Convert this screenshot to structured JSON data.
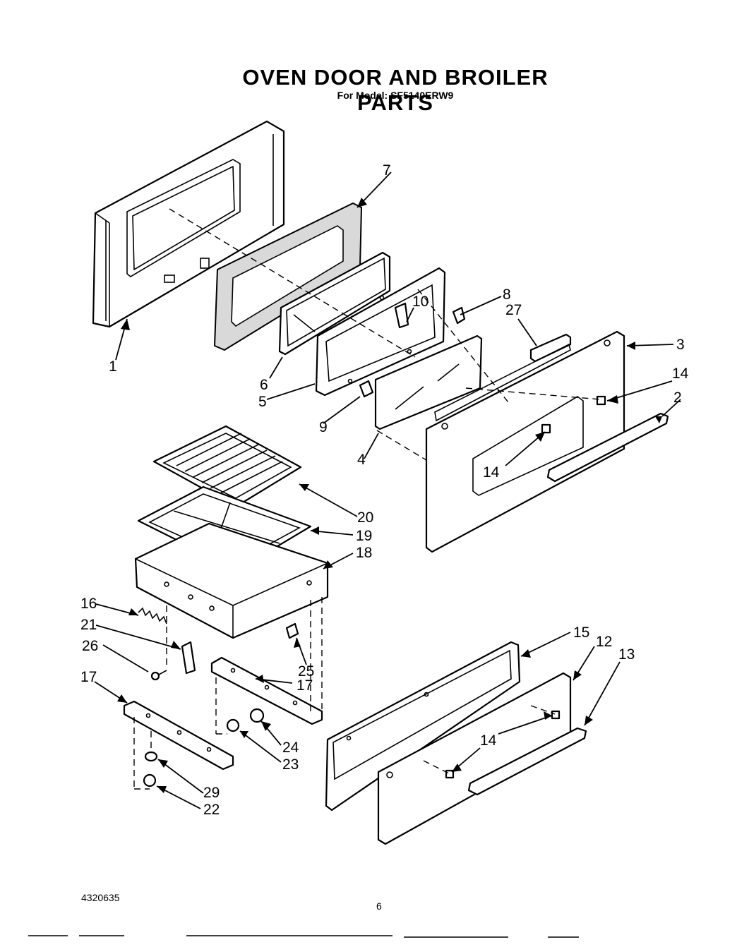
{
  "title": "OVEN DOOR AND BROILER PARTS",
  "subtitle": "For Model: SF5140ERW9",
  "document_number": "4320635",
  "page_number": "6",
  "callouts": {
    "c1": "1",
    "c2": "2",
    "c3": "3",
    "c4": "4",
    "c5": "5",
    "c6": "6",
    "c7": "7",
    "c8": "8",
    "c9": "9",
    "c10": "10",
    "c12": "12",
    "c13": "13",
    "c14a": "14",
    "c14b": "14",
    "c14c": "14",
    "c15": "15",
    "c16": "16",
    "c17a": "17",
    "c17b": "17",
    "c18": "18",
    "c19": "19",
    "c20": "20",
    "c21": "21",
    "c22": "22",
    "c23": "23",
    "c24": "24",
    "c25": "25",
    "c26": "26",
    "c27": "27",
    "c29": "29"
  }
}
